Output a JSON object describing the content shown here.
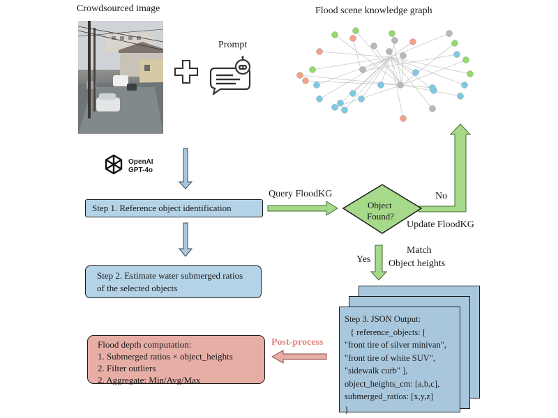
{
  "photo": {
    "caption": "Crowdsourced image"
  },
  "prompt": {
    "label": "Prompt"
  },
  "kg": {
    "title": "Flood scene knowledge graph",
    "colors": {
      "green": "#93d96b",
      "orange": "#f2a38a",
      "blue": "#7ec8e3",
      "gray": "#b8b8b8"
    }
  },
  "model": {
    "brand": "OpenAI",
    "name": "GPT-4o"
  },
  "step1": {
    "text": "Step 1. Reference object identification"
  },
  "step2": {
    "line1": "Step 2. Estimate water submerged ratios",
    "line2": "of the selected objects"
  },
  "query": {
    "label": "Query FloodKG"
  },
  "decision": {
    "line1": "Object",
    "line2": "Found?"
  },
  "no_branch": {
    "label": "No",
    "action": "Update FloodKG"
  },
  "yes_branch": {
    "label": "Yes",
    "match_line1": "Match",
    "match_line2": "Object heights"
  },
  "step3": {
    "lines": [
      "Step 3. JSON Output:",
      "{ reference_objects: [",
      "\"front tire of silver minivan\",",
      "\"front tire of white SUV\",",
      "\"sidewalk curb\" ],",
      "object_heights_cm: [a,b,c],",
      "submerged_ratios: [x,y,z]",
      "}"
    ]
  },
  "postprocess": {
    "label": "Post-process",
    "color": "#e08a86"
  },
  "computation": {
    "lines": [
      "Flood depth computation:",
      "1. Submerged ratios × object_heights",
      "2. Filter outliers",
      "2. Aggregate: Min/Avg/Max"
    ]
  },
  "colors": {
    "step_fill": "#b4d3e6",
    "doc_fill": "#a9c7dc",
    "compute_fill": "#e7aea6",
    "arrow_blue": "#a9c7dc",
    "arrow_green": "#a6d98a",
    "decision_fill": "#a6d98a"
  }
}
